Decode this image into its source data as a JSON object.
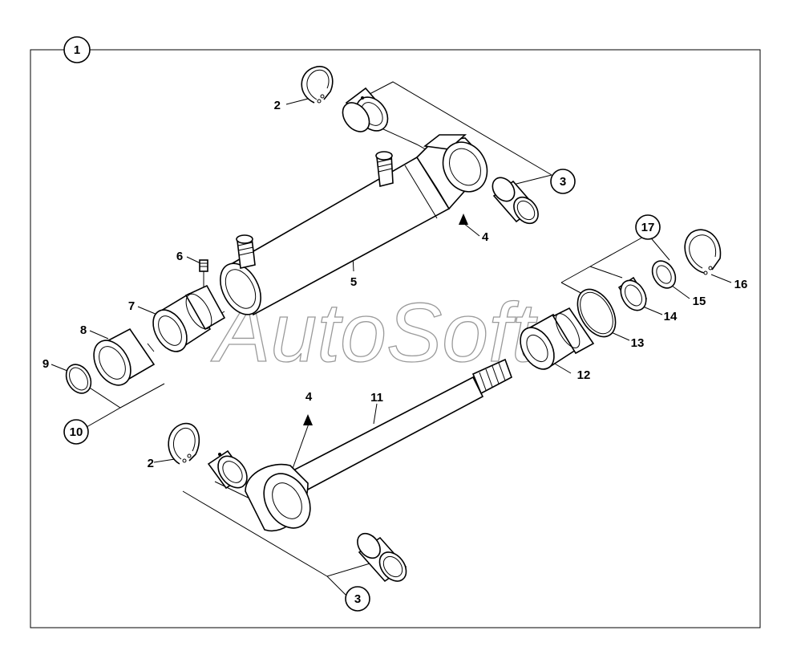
{
  "watermark": "AutoSoft",
  "callouts": {
    "main": "1",
    "c2_top": "2",
    "c2_bottom": "2",
    "c3_top": "3",
    "c3_bottom": "3",
    "c4_top": "4",
    "c4_bottom": "4",
    "c5": "5",
    "c6": "6",
    "c7": "7",
    "c8": "8",
    "c9": "9",
    "c10": "10",
    "c11": "11",
    "c12": "12",
    "c13": "13",
    "c14": "14",
    "c15": "15",
    "c16": "16",
    "c17": "17"
  }
}
